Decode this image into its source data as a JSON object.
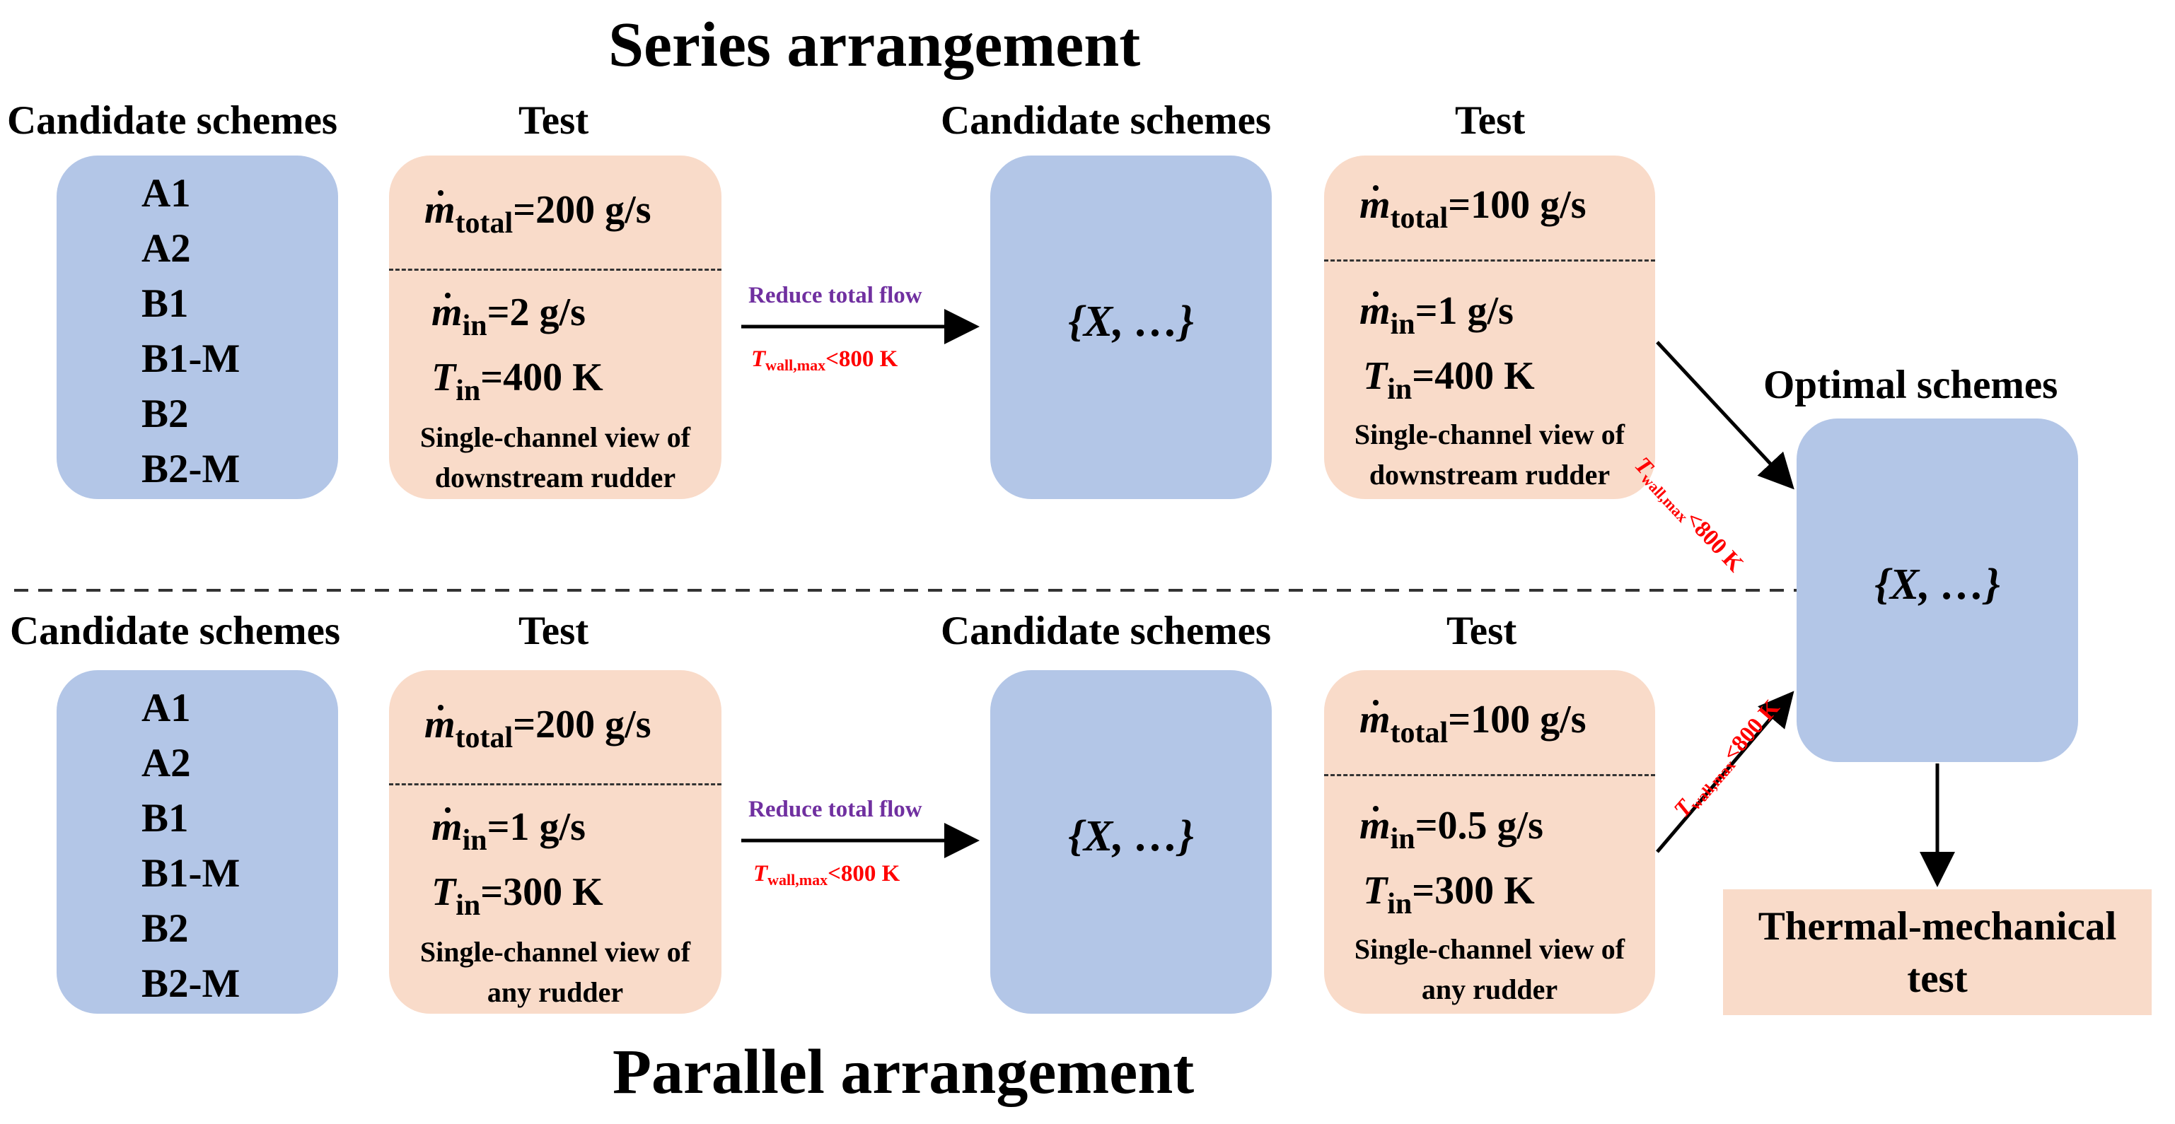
{
  "titles": {
    "series": "Series arrangement",
    "parallel": "Parallel arrangement"
  },
  "headers": {
    "candidate": "Candidate schemes",
    "test": "Test",
    "optimal": "Optimal schemes"
  },
  "candidates": [
    "A1",
    "A2",
    "B1",
    "B1-M",
    "B2",
    "B2-M"
  ],
  "set_label": "{X, …}",
  "arrow_labels": {
    "reduce": "Reduce total flow",
    "t_symbol": "T",
    "t_sub": "wall,max",
    "t_cond": "<800 K"
  },
  "symbols": {
    "m": "m",
    "total": "total",
    "in": "in",
    "T": "T"
  },
  "series": {
    "test1": {
      "m_total": "=200 g/s",
      "m_in": "=2 g/s",
      "t_in": "=400 K",
      "note_line1": "Single-channel view of",
      "note_line2": "downstream rudder"
    },
    "test2": {
      "m_total": "=100 g/s",
      "m_in": "=1 g/s",
      "t_in": "=400 K",
      "note_line1": "Single-channel view of",
      "note_line2": "downstream rudder"
    }
  },
  "parallel": {
    "test1": {
      "m_total": "=200 g/s",
      "m_in": "=1 g/s",
      "t_in": "=300 K",
      "note_line1": "Single-channel view of",
      "note_line2": "any rudder"
    },
    "test2": {
      "m_total": "=100 g/s",
      "m_in": "=0.5 g/s",
      "t_in": "=300 K",
      "note_line1": "Single-channel view of",
      "note_line2": "any rudder"
    }
  },
  "final_test": {
    "line1": "Thermal-mechanical",
    "line2": "test"
  },
  "colors": {
    "blue_box": "#b3c6e7",
    "peach_box": "#f9dbc9",
    "purple_label": "#7030a0",
    "red_label": "#ff0000"
  }
}
